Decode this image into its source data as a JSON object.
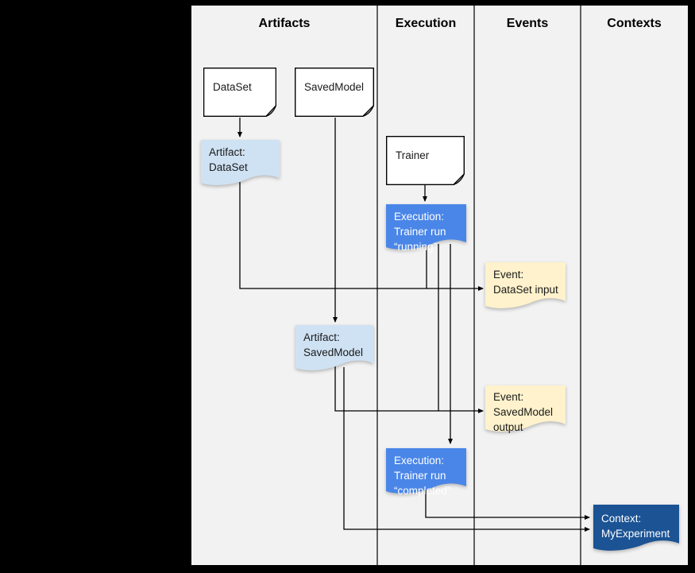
{
  "columns": [
    {
      "label": "Artifacts"
    },
    {
      "label": "Execution"
    },
    {
      "label": "Events"
    },
    {
      "label": "Contexts"
    }
  ],
  "nodes": {
    "dataset_doc": {
      "label": "DataSet"
    },
    "savedmodel_doc": {
      "label": "SavedModel"
    },
    "trainer_doc": {
      "label": "Trainer"
    },
    "artifact_dataset": {
      "lines": [
        "Artifact:",
        "DataSet"
      ]
    },
    "artifact_savedmodel": {
      "lines": [
        "Artifact:",
        "SavedModel"
      ]
    },
    "execution_running": {
      "lines": [
        "Execution:",
        "Trainer run",
        "“running”"
      ]
    },
    "execution_completed": {
      "lines": [
        "Execution:",
        "Trainer run",
        "“completed”"
      ]
    },
    "event_dataset_input": {
      "lines": [
        "Event:",
        "DataSet input"
      ]
    },
    "event_savedmodel_output": {
      "lines": [
        "Event:",
        "SavedModel",
        "output"
      ]
    },
    "context_myexperiment": {
      "lines": [
        "Context:",
        "MyExperiment"
      ]
    }
  },
  "colors": {
    "canvas": "#000000",
    "diagram_bg": "#f2f2f2",
    "line": "#000000",
    "doc_fill": "#ffffff",
    "doc_fold": "#b7b7b7",
    "artifact": "#cfe2f3",
    "execution": "#4a86e8",
    "event": "#fff2cc",
    "context": "#1b5394"
  }
}
